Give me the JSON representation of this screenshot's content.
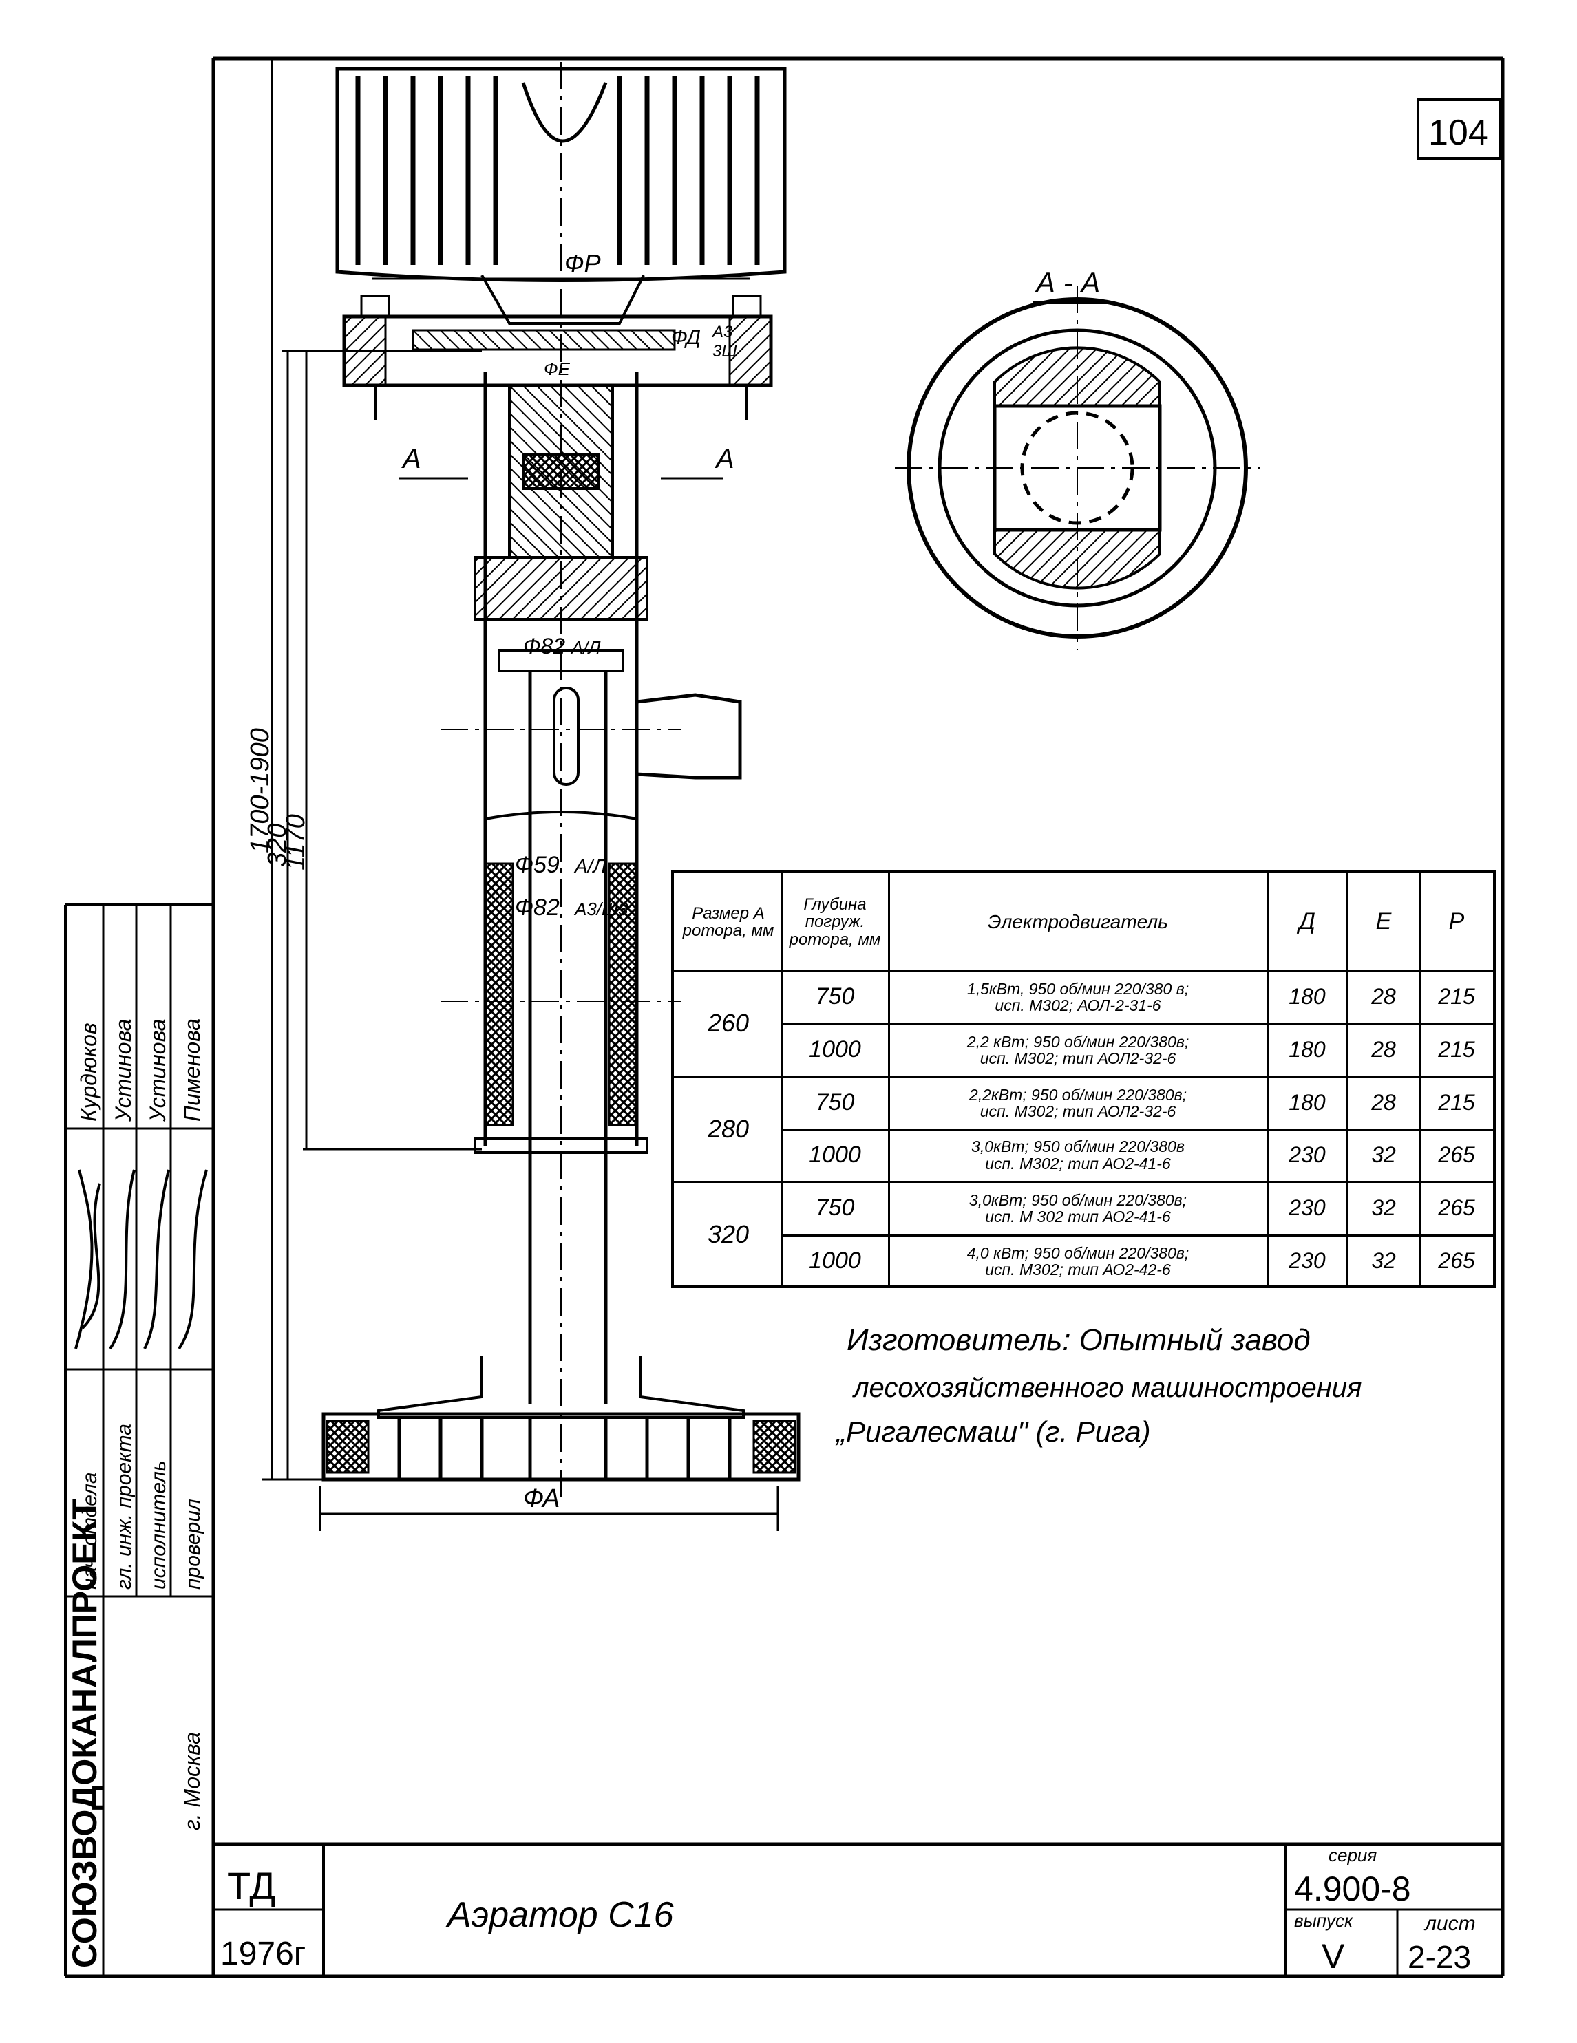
{
  "sheet": {
    "number": "104",
    "section_label": "А - А",
    "drawing_title": "Аэратор С16",
    "series_label": "серия",
    "series_value": "4.900-8",
    "issue_label": "выпуск",
    "issue_value": "V",
    "sheet_label": "лист",
    "sheet_value": "2-23",
    "org_code": "ТД",
    "year": "1976г",
    "organization": "СОЮЗВОДОКАНАЛПРОЕКТ",
    "city": "г. Москва"
  },
  "stamp": {
    "roles": [
      "нач. отдела",
      "гл. инж. проекта",
      "исполнитель",
      "проверил"
    ],
    "names": [
      "Курдюков",
      "Устинова",
      "Устинова",
      "Пименова"
    ]
  },
  "dimensions": {
    "overall": "1700-1900",
    "d320": "320",
    "d1170": "1170",
    "phi_a": "ФА",
    "phi_p": "ФР",
    "phi_d": "ФД",
    "phi_d_fit": "А3",
    "phi_d_fit2": "3Ш",
    "phi_82_top": "Ф82",
    "phi_82_top_fit": "А/Л",
    "phi_59": "Ф59",
    "phi_59_fit": "А/Л",
    "phi_82_low": "Ф82",
    "phi_82_low_fit": "А3/Ш3",
    "phi_e": "ФЕ",
    "section_a_left": "А",
    "section_a_right": "А"
  },
  "table": {
    "headers": [
      "Размер А ротора, мм",
      "Глубина погруж. ротора, мм",
      "Электродвигатель",
      "Д",
      "Е",
      "Р"
    ],
    "groups": [
      {
        "size": "260",
        "rows": [
          {
            "depth": "750",
            "motor1": "1,5кВт, 950 об/мин 220/380 в;",
            "motor2": "исп. М302; АОЛ-2-31-6",
            "d": "180",
            "e": "28",
            "p": "215"
          },
          {
            "depth": "1000",
            "motor1": "2,2 кВт; 950 об/мин 220/380в;",
            "motor2": "исп. М302; тип АОЛ2-32-6",
            "d": "180",
            "e": "28",
            "p": "215"
          }
        ]
      },
      {
        "size": "280",
        "rows": [
          {
            "depth": "750",
            "motor1": "2,2кВт; 950 об/мин 220/380в;",
            "motor2": "исп. М302; тип АОЛ2-32-6",
            "d": "180",
            "e": "28",
            "p": "215"
          },
          {
            "depth": "1000",
            "motor1": "3,0кВт; 950 об/мин 220/380в",
            "motor2": "исп. М302; тип АО2-41-6",
            "d": "230",
            "e": "32",
            "p": "265"
          }
        ]
      },
      {
        "size": "320",
        "rows": [
          {
            "depth": "750",
            "motor1": "3,0кВт; 950 об/мин 220/380в;",
            "motor2": "исп. М 302 тип АО2-41-6",
            "d": "230",
            "e": "32",
            "p": "265"
          },
          {
            "depth": "1000",
            "motor1": "4,0 кВт; 950 об/мин 220/380в;",
            "motor2": "исп. М302; тип АО2-42-6",
            "d": "230",
            "e": "32",
            "p": "265"
          }
        ]
      }
    ]
  },
  "manufacturer": {
    "line1": "Изготовитель: Опытный завод",
    "line2": "лесохозяйственного машиностроения",
    "line3": "„Ригалесмаш\" (г. Рига)"
  }
}
